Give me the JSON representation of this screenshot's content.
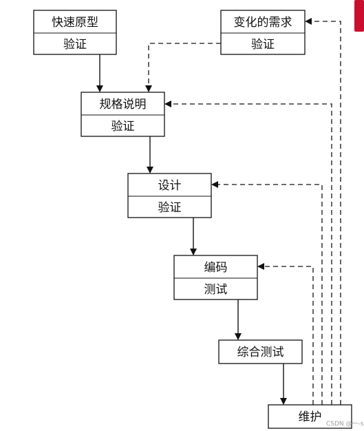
{
  "boxes": {
    "prototype": {
      "top": "快速原型",
      "bottom": "验证"
    },
    "changing_requirements": {
      "top": "变化的需求",
      "bottom": "验证"
    },
    "specification": {
      "top": "规格说明",
      "bottom": "验证"
    },
    "design": {
      "top": "设计",
      "bottom": "验证"
    },
    "coding": {
      "top": "编码",
      "bottom": "测试"
    },
    "integration": {
      "label": "综合测试"
    },
    "maintenance": {
      "label": "维护"
    }
  },
  "watermark": "CSDN @一-sc",
  "colors": {
    "stroke": "#111111",
    "accent": "#c8102e"
  }
}
